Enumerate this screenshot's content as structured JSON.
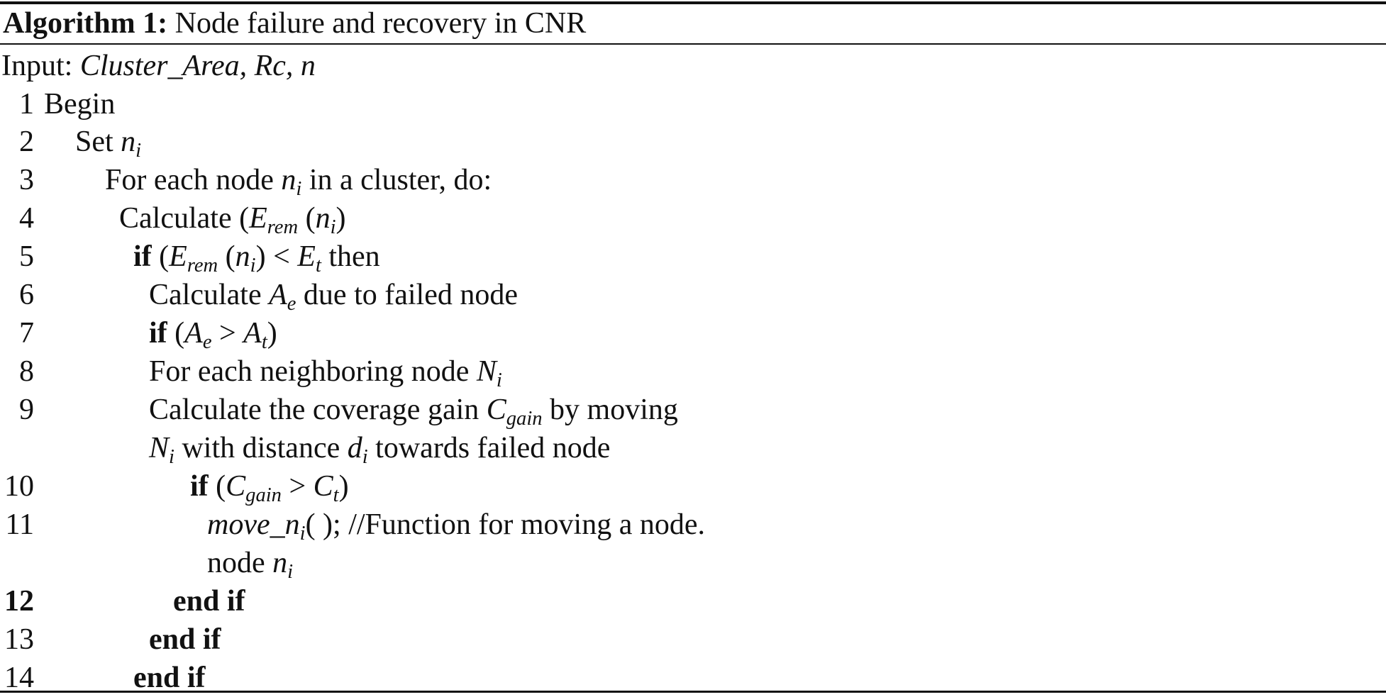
{
  "caption": {
    "label": "Algorithm 1:",
    "title": "Node failure and recovery in CNR"
  },
  "input": {
    "label": "Input:",
    "args": "Cluster_Area, Rc, n"
  },
  "lines": [
    {
      "num": "1",
      "text": "Begin"
    },
    {
      "num": "2",
      "text": "Set n_i"
    },
    {
      "num": "3",
      "text": "For each node n_i in a cluster, do:"
    },
    {
      "num": "4",
      "text": "Calculate (E_rem (n_i)"
    },
    {
      "num": "5",
      "text": "if (E_rem (n_i) < E_t then"
    },
    {
      "num": "6",
      "text": "Calculate A_e due to failed node"
    },
    {
      "num": "7",
      "text": "if (A_e > A_t)"
    },
    {
      "num": "8",
      "text": "For each neighboring node N_i"
    },
    {
      "num": "9",
      "text": "Calculate the coverage gain C_gain by moving"
    },
    {
      "num": "",
      "text": "N_i with distance d_i towards failed node"
    },
    {
      "num": "10",
      "text": "if (C_gain > C_t)"
    },
    {
      "num": "11",
      "text": "move_n_i( ); //Function for moving a node."
    },
    {
      "num": "",
      "text": "node n_i"
    },
    {
      "num": "12",
      "text": "end if"
    },
    {
      "num": "13",
      "text": "end if"
    },
    {
      "num": "14",
      "text": "end if"
    }
  ],
  "symbols": {
    "n": "n",
    "i": "i",
    "E": "E",
    "rem": "rem",
    "t": "t",
    "A": "A",
    "e": "e",
    "N": "N",
    "C": "C",
    "gain": "gain",
    "d": "d",
    "move": "move_"
  },
  "words": {
    "begin": "Begin",
    "set": "Set",
    "for_each_node": "For each node",
    "in_a_cluster_do": "in a cluster, do:",
    "calculate": "Calculate",
    "if": "if",
    "then": "then",
    "due_to_failed_node": "due to failed node",
    "for_each_neighboring_node": "For each neighboring node",
    "calculate_coverage_gain": "Calculate the coverage gain",
    "by_moving": "by moving",
    "with_distance": "with distance",
    "towards_failed_node": "towards failed node",
    "move_call_suffix": "( ); //Function for moving a node.",
    "node": "node",
    "end_if": "end if",
    "open_paren": "(",
    "close_paren": ")",
    "lt": "<",
    "gt": ">"
  }
}
